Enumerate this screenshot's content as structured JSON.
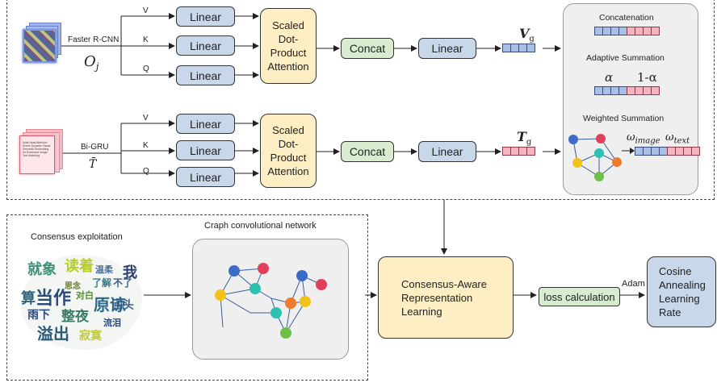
{
  "top_branch": {
    "source_label": "Faster R-CNN",
    "symbol": "O",
    "symbol_sub": "j",
    "v": "V",
    "k": "K",
    "q": "Q",
    "linear_label": "Linear",
    "attention_label_1": "Scaled",
    "attention_label_2": "Dot-",
    "attention_label_3": "Product",
    "attention_label_4": "Attention",
    "concat_label": "Concat",
    "out_linear_label": "Linear",
    "output_symbol": "V",
    "output_sub": "g"
  },
  "bottom_branch": {
    "source_label": "Bi-GRU",
    "symbol": "T̄",
    "doc_text": "Multi-Head Attention Driven Dynamic Visual-Semantic Embedding for Enhanced Image-Text Matching",
    "v": "V",
    "k": "K",
    "q": "Q",
    "linear_label": "Linear",
    "attention_label_1": "Scaled",
    "attention_label_2": "Dot-",
    "attention_label_3": "Product",
    "attention_label_4": "Attention",
    "concat_label": "Concat",
    "out_linear_label": "Linear",
    "output_symbol": "T",
    "output_sub": "g"
  },
  "fusion_panel": {
    "concatenation": "Concatenation",
    "adaptive_summation": "Adaptive Summation",
    "alpha": "α",
    "one_minus_alpha": "1-α",
    "weighted_summation": "Weighted Summation",
    "omega_image": "ω",
    "omega_image_sub": "image",
    "omega_text": "ω",
    "omega_text_sub": "text"
  },
  "lower": {
    "consensus_title": "Consensus exploitation",
    "gcn_title": "Craph convolutional network",
    "cloud_words": [
      "就象",
      "读着",
      "温柔",
      "我",
      "算",
      "当作",
      "了解",
      "不了",
      "原谅",
      "回头",
      "雨下",
      "整夜",
      "溢出",
      "寂寞",
      "对白",
      "流泪",
      "思念"
    ],
    "representation_1": "Consensus-Aware",
    "representation_2": "Representation",
    "representation_3": "Learning",
    "loss": "loss calculation",
    "optimizer": "Adam",
    "scheduler_1": "Cosine",
    "scheduler_2": "Annealing",
    "scheduler_3": "Learning",
    "scheduler_4": "Rate"
  },
  "colors": {
    "linear": "#c9d7ea",
    "attention": "#fdeec3",
    "concat": "#d8ecd0",
    "node_blue": "#3d6cc8",
    "node_red": "#e0405a",
    "node_teal": "#2cc1b0",
    "node_orange": "#f07a2a",
    "node_yellow": "#f2c21b",
    "node_green": "#6cc04a"
  }
}
